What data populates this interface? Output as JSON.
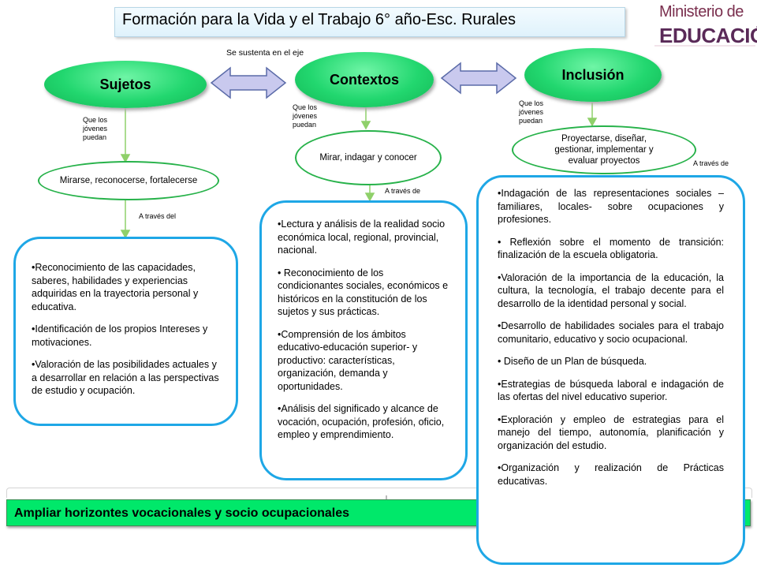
{
  "title": "Formación para la Vida y el Trabajo 6° año-Esc. Rurales",
  "logo": {
    "line1": "Ministerio de",
    "line2": "EDUCACIÓN"
  },
  "connector_label": "Se sustenta en el eje",
  "nodes": {
    "sujetos": "Sujetos",
    "contextos": "Contextos",
    "inclusion": "Inclusión"
  },
  "labels": {
    "que_los_1": "Que los jóvenes puedan",
    "que_los_2": "Que los jóvenes puedan",
    "que_los_3": "Que los jóvenes puedan",
    "a_traves_del": "A través del",
    "a_traves_de_1": "A través de",
    "a_traves_de_2": "A través de"
  },
  "actions": {
    "sujetos": "Mirarse,  reconocerse,  fortalecerse",
    "contextos": "Mirar,  indagar  y conocer",
    "inclusion": "Proyectarse, diseñar, gestionar, implementar y evaluar  proyectos"
  },
  "sujetos_items": [
    "•Reconocimiento de las capacidades, saberes, habilidades y experiencias adquiridas en la trayectoria personal y educativa.",
    "•Identificación de los propios Intereses y motivaciones.",
    "•Valoración de las posibilidades actuales y a desarrollar en relación a las perspectivas de estudio y ocupación."
  ],
  "contextos_items": [
    "•Lectura y análisis de la realidad socio económica local, regional, provincial, nacional.",
    "• Reconocimiento de los condicionantes sociales, económicos e históricos en la constitución de los sujetos y sus prácticas.",
    "•Comprensión de los ámbitos educativo-educación superior- y productivo: características, organización, demanda y oportunidades.",
    "•Análisis del significado y alcance de vocación, ocupación, profesión, oficio, empleo y emprendimiento."
  ],
  "inclusion_items": [
    "•Indagación de las representaciones sociales –familiares, locales- sobre ocupaciones y profesiones.",
    "• Reflexión sobre el momento de transición: finalización de la escuela obligatoria.",
    "•Valoración de la importancia de la educación, la cultura, la tecnología, el trabajo decente para el desarrollo de la identidad personal y social.",
    "•Desarrollo de habilidades sociales para el trabajo comunitario, educativo y socio ocupacional.",
    "• Diseño de un Plan de búsqueda.",
    "•Estrategias de búsqueda laboral e indagación de las ofertas del nivel educativo superior.",
    "•Exploración y empleo de estrategias para el manejo del tiempo, autonomía, planificación y organización del estudio.",
    "•Organización y realización de Prácticas educativas."
  ],
  "footer": "Ampliar horizontes vocacionales y socio ocupacionales"
}
